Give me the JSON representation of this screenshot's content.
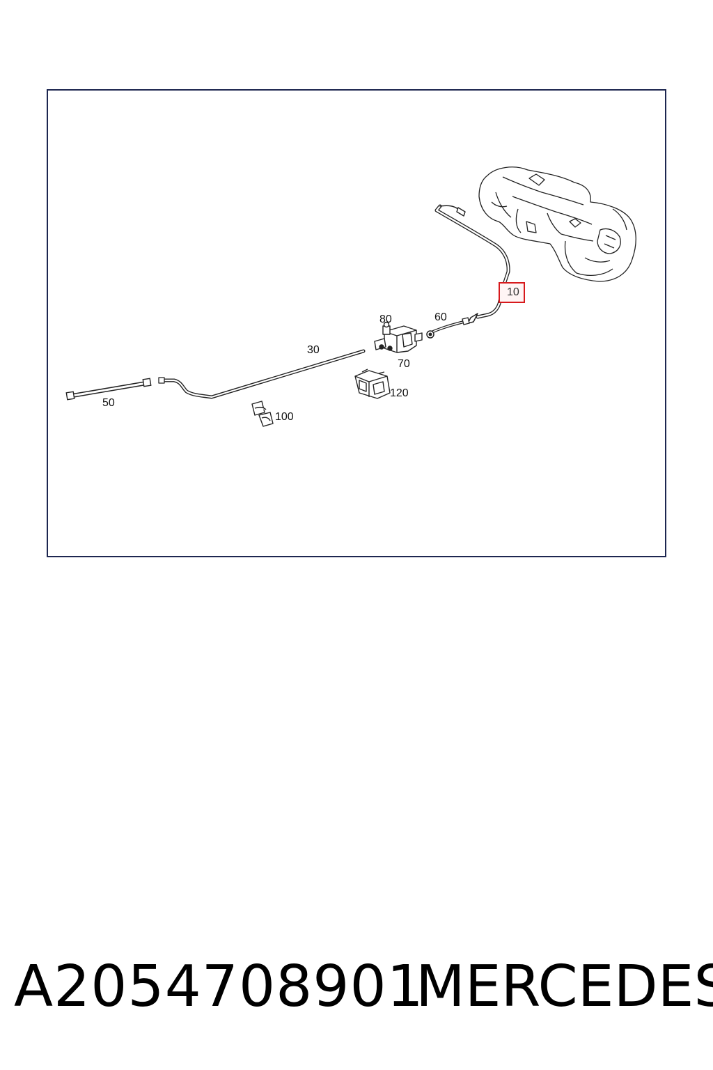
{
  "diagram": {
    "callouts": [
      {
        "id": "10",
        "text": "10",
        "highlighted": true
      },
      {
        "id": "30",
        "text": "30"
      },
      {
        "id": "50",
        "text": "50"
      },
      {
        "id": "60",
        "text": "60"
      },
      {
        "id": "70",
        "text": "70"
      },
      {
        "id": "80",
        "text": "80"
      },
      {
        "id": "100",
        "text": "100"
      },
      {
        "id": "120",
        "text": "120"
      }
    ],
    "colors": {
      "frame": "#1d2650",
      "highlight": "#d7191c",
      "line": "#222222"
    }
  },
  "footer": {
    "part_number": "A2054708901",
    "brand": "MERCEDES"
  }
}
